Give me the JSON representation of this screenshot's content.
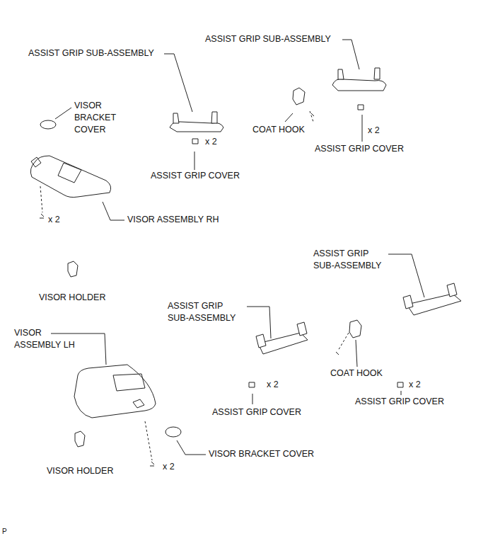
{
  "diagram": {
    "labels": [
      "ASSIST GRIP SUB-ASSEMBLY",
      "ASSIST GRIP SUB-ASSEMBLY",
      "VISOR BRACKET COVER",
      "COAT HOOK",
      "x 2",
      "ASSIST GRIP COVER",
      "x 2",
      "ASSIST GRIP COVER",
      "x 2",
      "VISOR ASSEMBLY RH",
      "ASSIST GRIP SUB-ASSEMBLY",
      "VISOR HOLDER",
      "ASSIST GRIP SUB-ASSEMBLY",
      "VISOR ASSEMBLY LH",
      "x 2",
      "COAT HOOK",
      "x 2",
      "ASSIST GRIP COVER",
      "ASSIST GRIP COVER",
      "x 2",
      "VISOR BRACKET COVER",
      "VISOR HOLDER",
      "P"
    ]
  }
}
